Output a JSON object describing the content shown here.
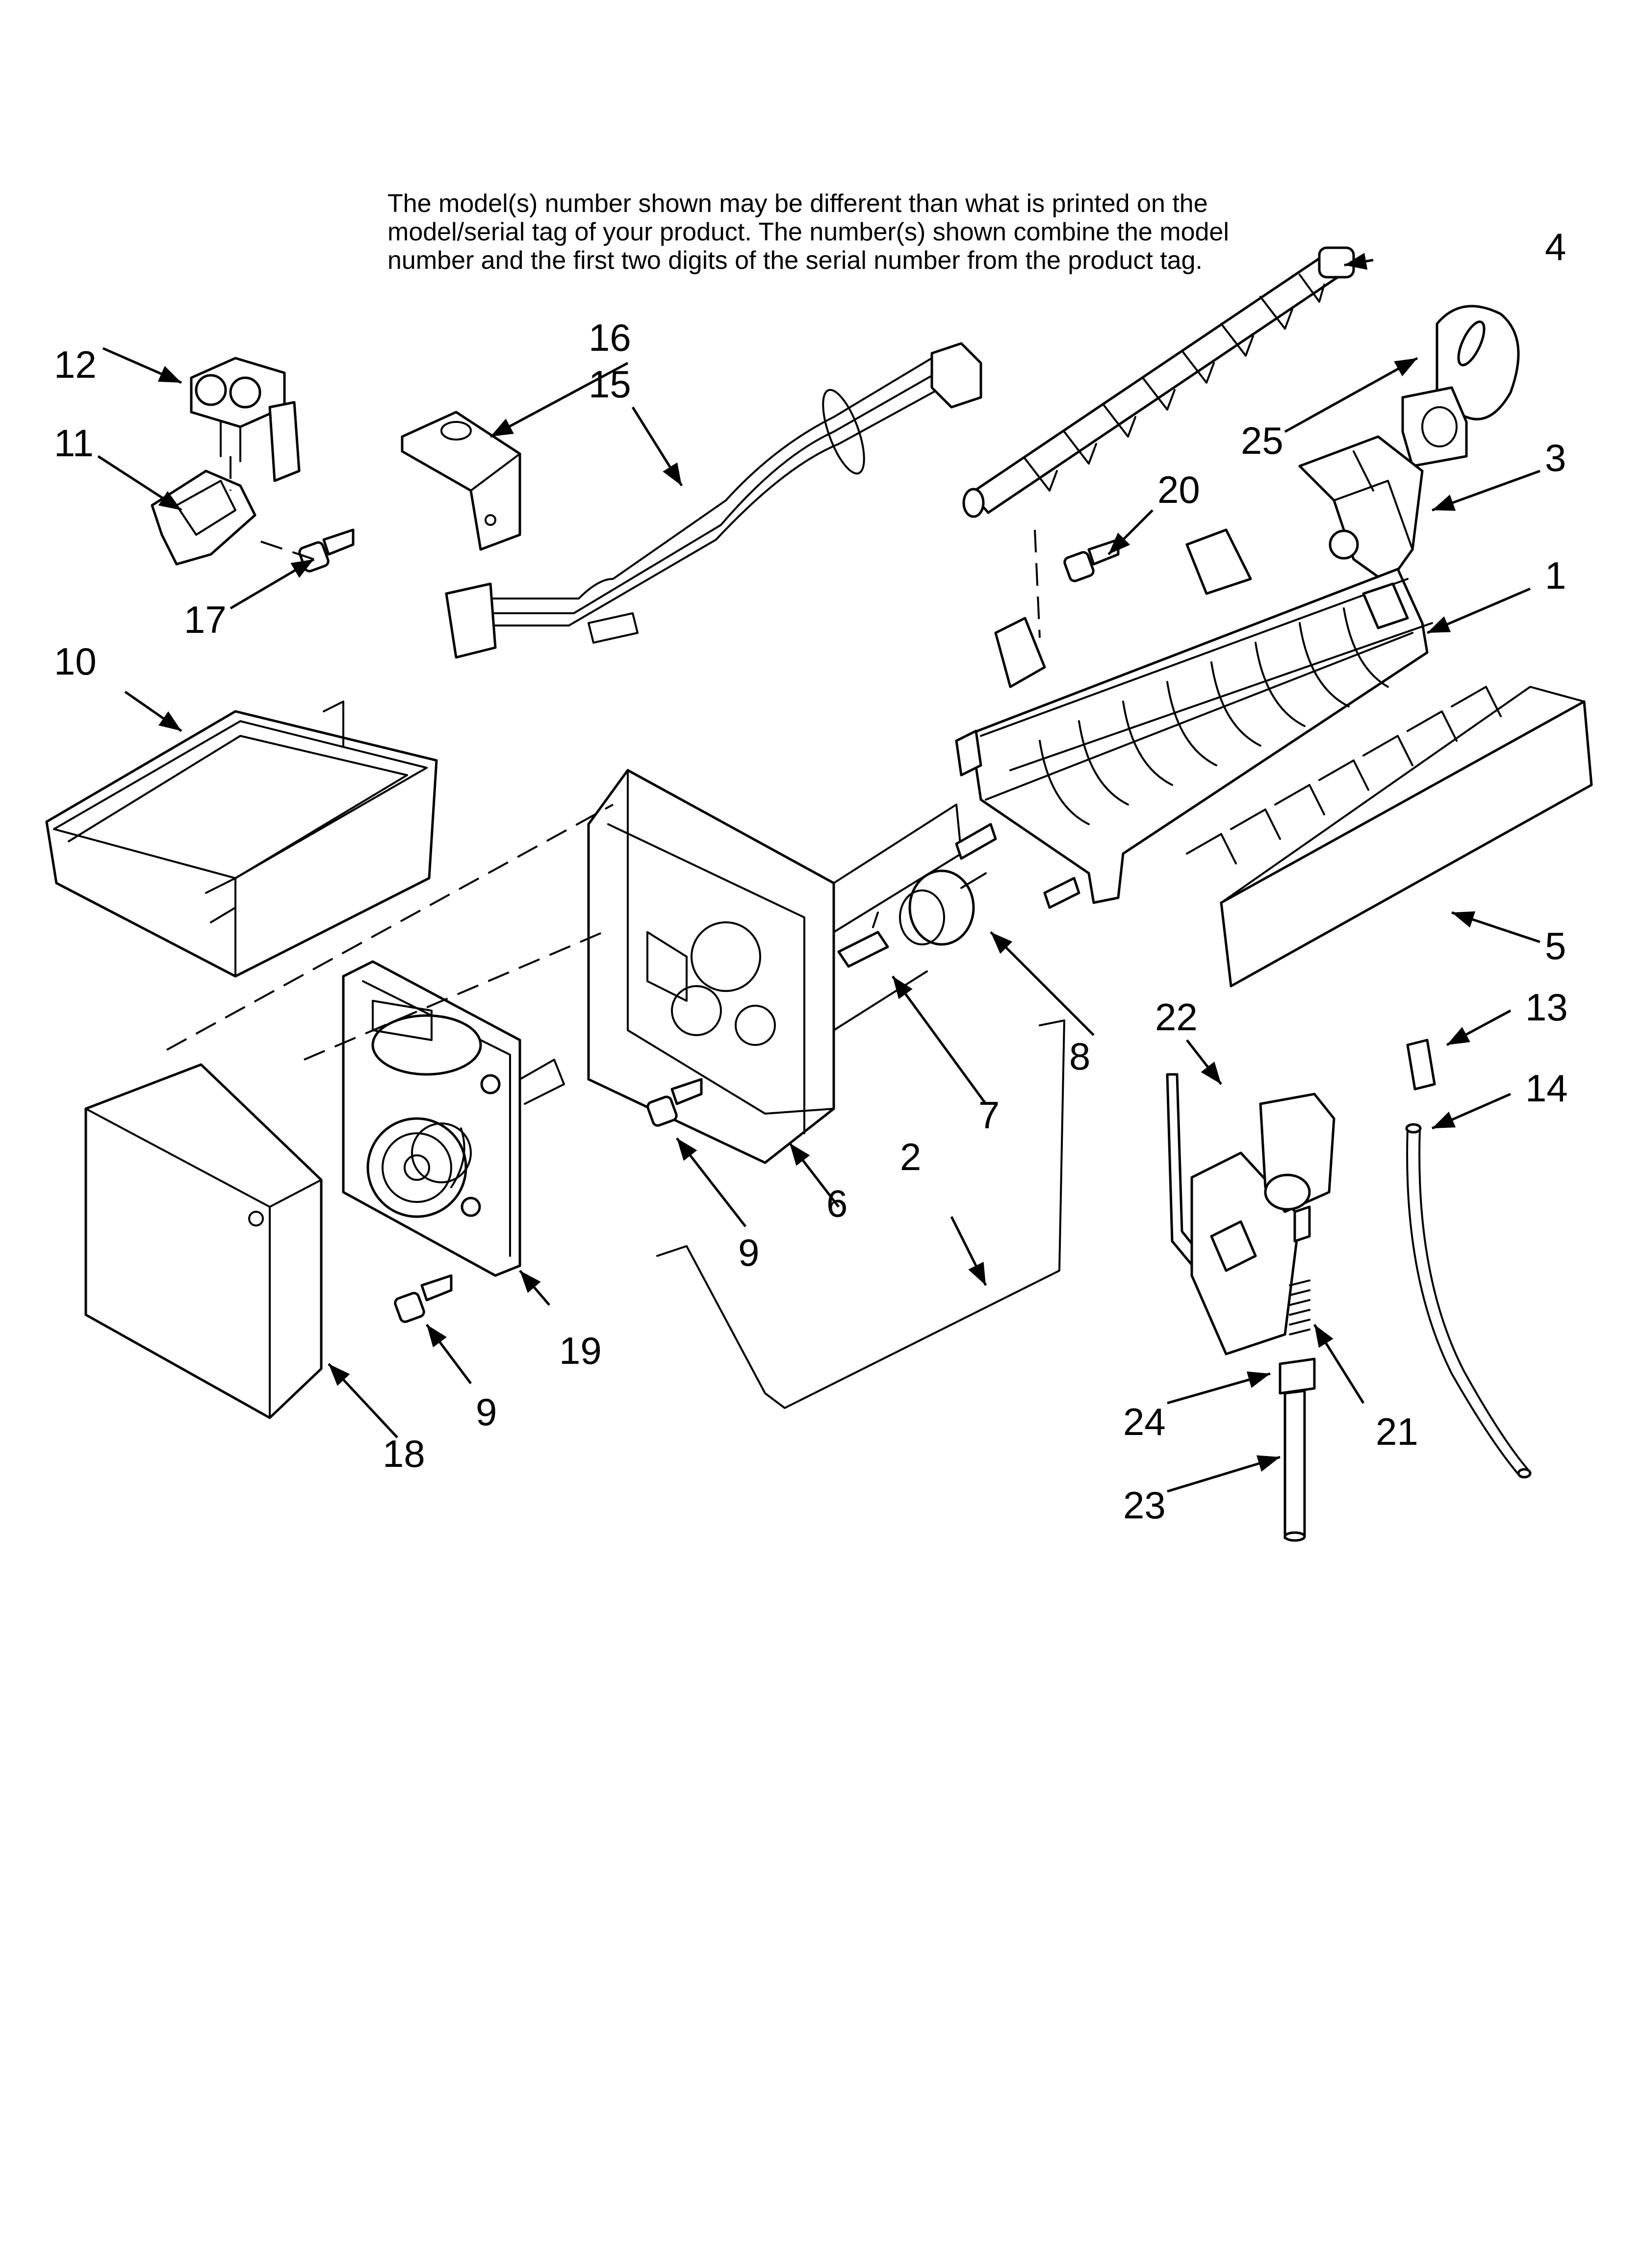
{
  "note": {
    "lines": [
      "The model(s) number shown may be different than what is printed on the",
      "model/serial tag of your product. The number(s) shown combine the model",
      "number and the first two digits of the serial number from the product tag."
    ]
  },
  "callouts": {
    "c1": "1",
    "c2": "2",
    "c3": "3",
    "c4": "4",
    "c5": "5",
    "c6": "6",
    "c7": "7",
    "c8": "8",
    "c9a": "9",
    "c9b": "9",
    "c10": "10",
    "c11": "11",
    "c12": "12",
    "c13": "13",
    "c14": "14",
    "c15": "15",
    "c16": "16",
    "c17": "17",
    "c18": "18",
    "c19": "19",
    "c20": "20",
    "c21": "21",
    "c22": "22",
    "c23": "23",
    "c24": "24",
    "c25": "25"
  }
}
